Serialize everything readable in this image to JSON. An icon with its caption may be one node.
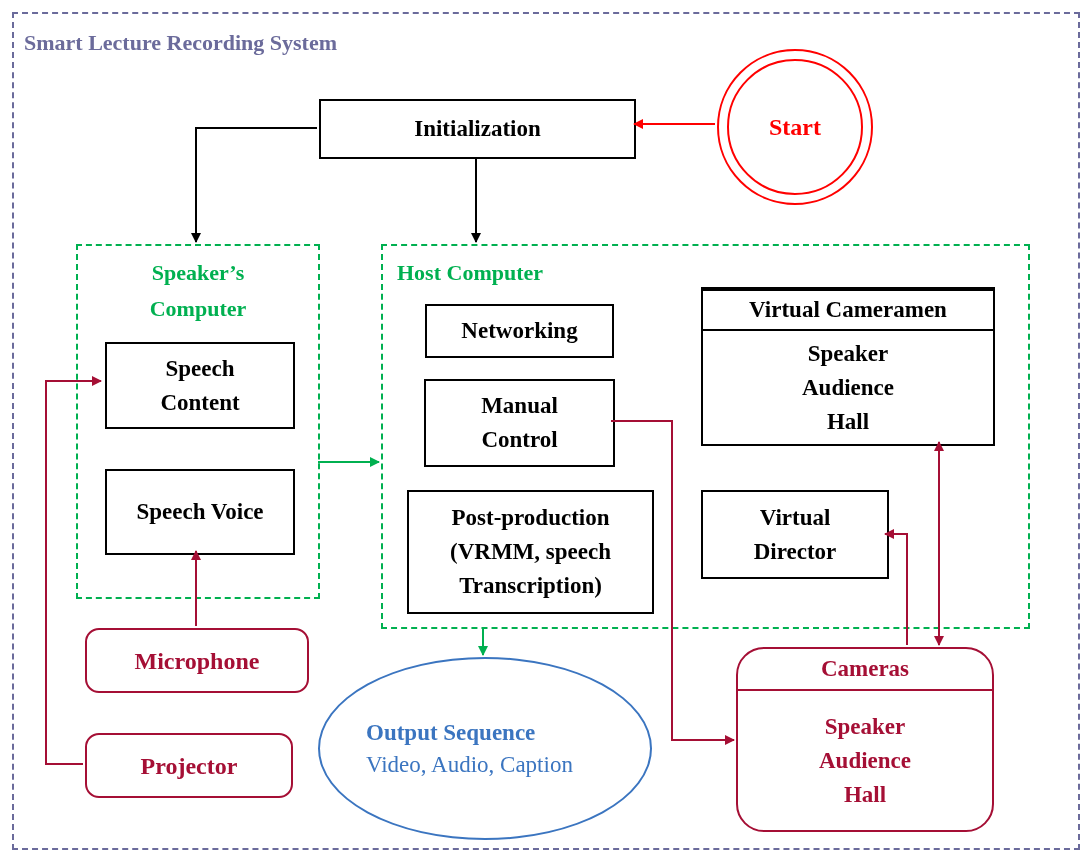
{
  "diagram": {
    "nodes": [
      {
        "text": [
          "Smart Lecture Recording System"
        ]
      },
      {
        "text": [
          "Initialization"
        ],
        "in": 0
      },
      {
        "text": [
          "Start"
        ],
        "in": 0
      },
      {
        "text": [
          "Speaker’s Computer"
        ],
        "in": 0
      },
      {
        "text": [
          "Speech Content"
        ],
        "in": 3
      },
      {
        "text": [
          "Speech Voice"
        ],
        "in": 3
      },
      {
        "text": [
          "Host Computer"
        ],
        "in": 0
      },
      {
        "text": [
          "Networking"
        ],
        "in": 6
      },
      {
        "text": [
          "Manual Control"
        ],
        "in": 6
      },
      {
        "text": [
          "Post-production (VRMM, speech Transcription)"
        ],
        "in": 6
      },
      {
        "text": [
          "Virtual Cameramen",
          "Speaker Audience Hall"
        ],
        "in": 6
      },
      {
        "text": [
          "Virtual Director"
        ],
        "in": 6
      },
      {
        "text": [
          "Microphone"
        ],
        "in": 0
      },
      {
        "text": [
          "Projector"
        ],
        "in": 0
      },
      {
        "text": [
          "Output Sequence",
          "Video, Audio, Caption"
        ],
        "in": 0
      },
      {
        "text": [
          "Cameras",
          "Speaker Audience Hall"
        ],
        "in": 0
      }
    ],
    "edges": [
      {
        "from": 2,
        "to": 1,
        "arrow": "to",
        "color": "#ff0000"
      },
      {
        "from": 1,
        "to": 3,
        "arrow": "to",
        "color": "#000000"
      },
      {
        "from": 1,
        "to": 6,
        "arrow": "to",
        "color": "#000000"
      },
      {
        "from": 3,
        "to": 6,
        "arrow": "to",
        "color": "#00b050"
      },
      {
        "from": 6,
        "to": 14,
        "arrow": "to",
        "color": "#00b050"
      },
      {
        "from": 12,
        "to": 5,
        "arrow": "to"
      },
      {
        "from": 13,
        "to": 4,
        "arrow": "to"
      },
      {
        "from": 8,
        "to": 15,
        "arrow": "to"
      },
      {
        "from": 15,
        "to": 11,
        "arrow": "to"
      },
      {
        "from": 10,
        "to": 15,
        "arrow": "both"
      }
    ]
  }
}
